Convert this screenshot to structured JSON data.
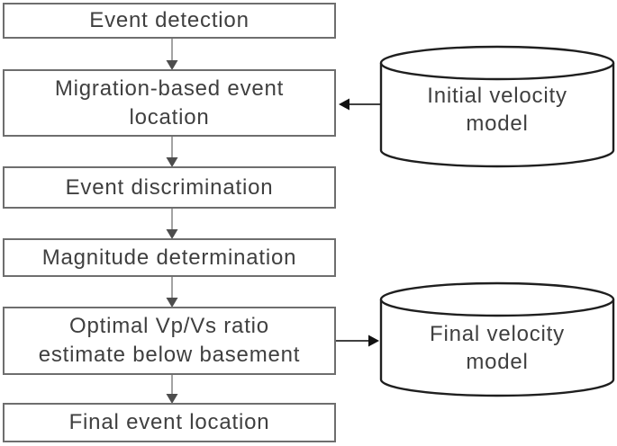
{
  "diagram": {
    "title": "Microseismic processing workflow flowchart",
    "type": "flowchart",
    "boxes": [
      {
        "id": "event-detection",
        "lines": [
          "Event detection"
        ]
      },
      {
        "id": "migration-event-location",
        "lines": [
          "Migration-based event",
          "location"
        ]
      },
      {
        "id": "event-discrimination",
        "lines": [
          "Event discrimination"
        ]
      },
      {
        "id": "magnitude-determination",
        "lines": [
          "Magnitude determination"
        ]
      },
      {
        "id": "optimal-vpvs-estimate",
        "lines": [
          "Optimal Vp/Vs ratio",
          "estimate below basement"
        ]
      },
      {
        "id": "final-event-location",
        "lines": [
          "Final event location"
        ]
      }
    ],
    "cylinders": [
      {
        "id": "initial-velocity-model",
        "lines": [
          "Initial velocity",
          "model"
        ]
      },
      {
        "id": "final-velocity-model",
        "lines": [
          "Final velocity",
          "model"
        ]
      }
    ],
    "edges": [
      {
        "from": "event-detection",
        "to": "migration-event-location",
        "direction": "down"
      },
      {
        "from": "migration-event-location",
        "to": "event-discrimination",
        "direction": "down"
      },
      {
        "from": "event-discrimination",
        "to": "magnitude-determination",
        "direction": "down"
      },
      {
        "from": "magnitude-determination",
        "to": "optimal-vpvs-estimate",
        "direction": "down"
      },
      {
        "from": "optimal-vpvs-estimate",
        "to": "final-event-location",
        "direction": "down"
      },
      {
        "from": "initial-velocity-model",
        "to": "migration-event-location",
        "direction": "left"
      },
      {
        "from": "optimal-vpvs-estimate",
        "to": "final-velocity-model",
        "direction": "right"
      }
    ],
    "colors": {
      "background": "#ffffff",
      "box_border": "#6e6e6e",
      "text": "#3f3f3f",
      "down_connector_line": "#8c8c8c",
      "down_arrowhead": "#4d4d4d",
      "horizontal_arrow": "#262626",
      "cylinder_stroke": "#1f1f1f"
    }
  }
}
